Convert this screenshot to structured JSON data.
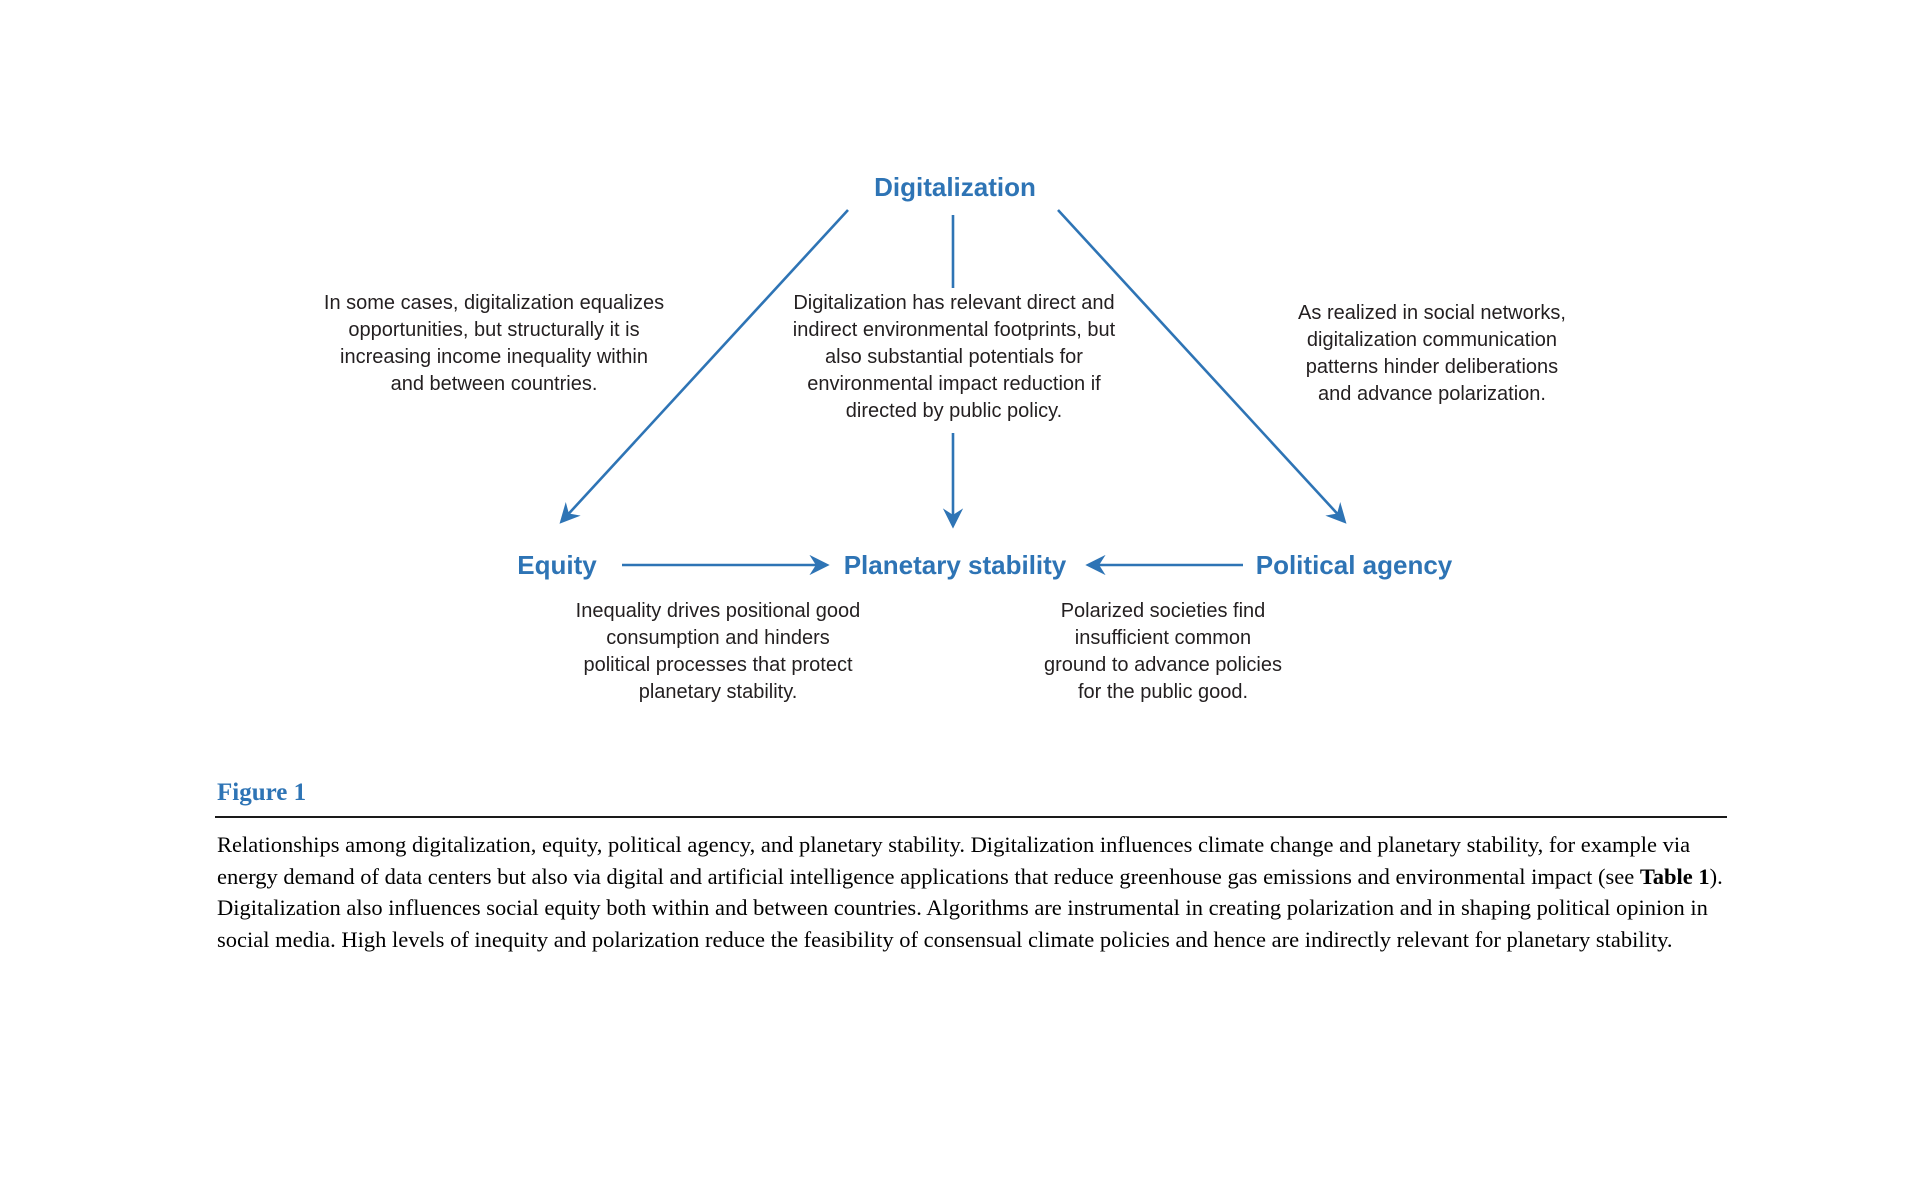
{
  "colors": {
    "accent_blue": "#2e74b5",
    "annotation_text": "#231f20",
    "caption_text": "#000000"
  },
  "diagram": {
    "nodes": {
      "digitalization": {
        "label": "Digitalization"
      },
      "equity": {
        "label": "Equity"
      },
      "planetary_stability": {
        "label": "Planetary stability"
      },
      "political_agency": {
        "label": "Political agency"
      }
    },
    "annotations": {
      "digitalization_equity": "In some cases, digitalization equalizes\nopportunities, but structurally it is\nincreasing income inequality within\nand between countries.",
      "digitalization_planetary": "Digitalization has relevant direct and\nindirect environmental footprints, but\nalso substantial potentials for\nenvironmental impact reduction if\ndirected by public policy.",
      "digitalization_political": "As realized in social networks,\ndigitalization communication\npatterns hinder deliberations\nand advance polarization.",
      "equity_planetary": "Inequality drives positional good\nconsumption and hinders\npolitical processes that protect\nplanetary stability.",
      "political_planetary": "Polarized societies find\ninsufficient common\nground to advance policies\nfor the public good."
    }
  },
  "caption": {
    "figure_label": "Figure 1",
    "text_before_bold": "Relationships among digitalization, equity, political agency, and planetary stability. Digitalization influences climate change and planetary stability, for example via energy demand of data centers but also via digital and artificial intelligence applications that reduce greenhouse gas emissions and environmental impact (see ",
    "bold_ref": "Table 1",
    "text_after_bold": "). Digitalization also influences social equity both within and between countries. Algorithms are instrumental in creating polarization and in shaping political opinion in social media. High levels of inequity and polarization reduce the feasibility of consensual climate policies and hence are indirectly relevant for planetary stability."
  }
}
